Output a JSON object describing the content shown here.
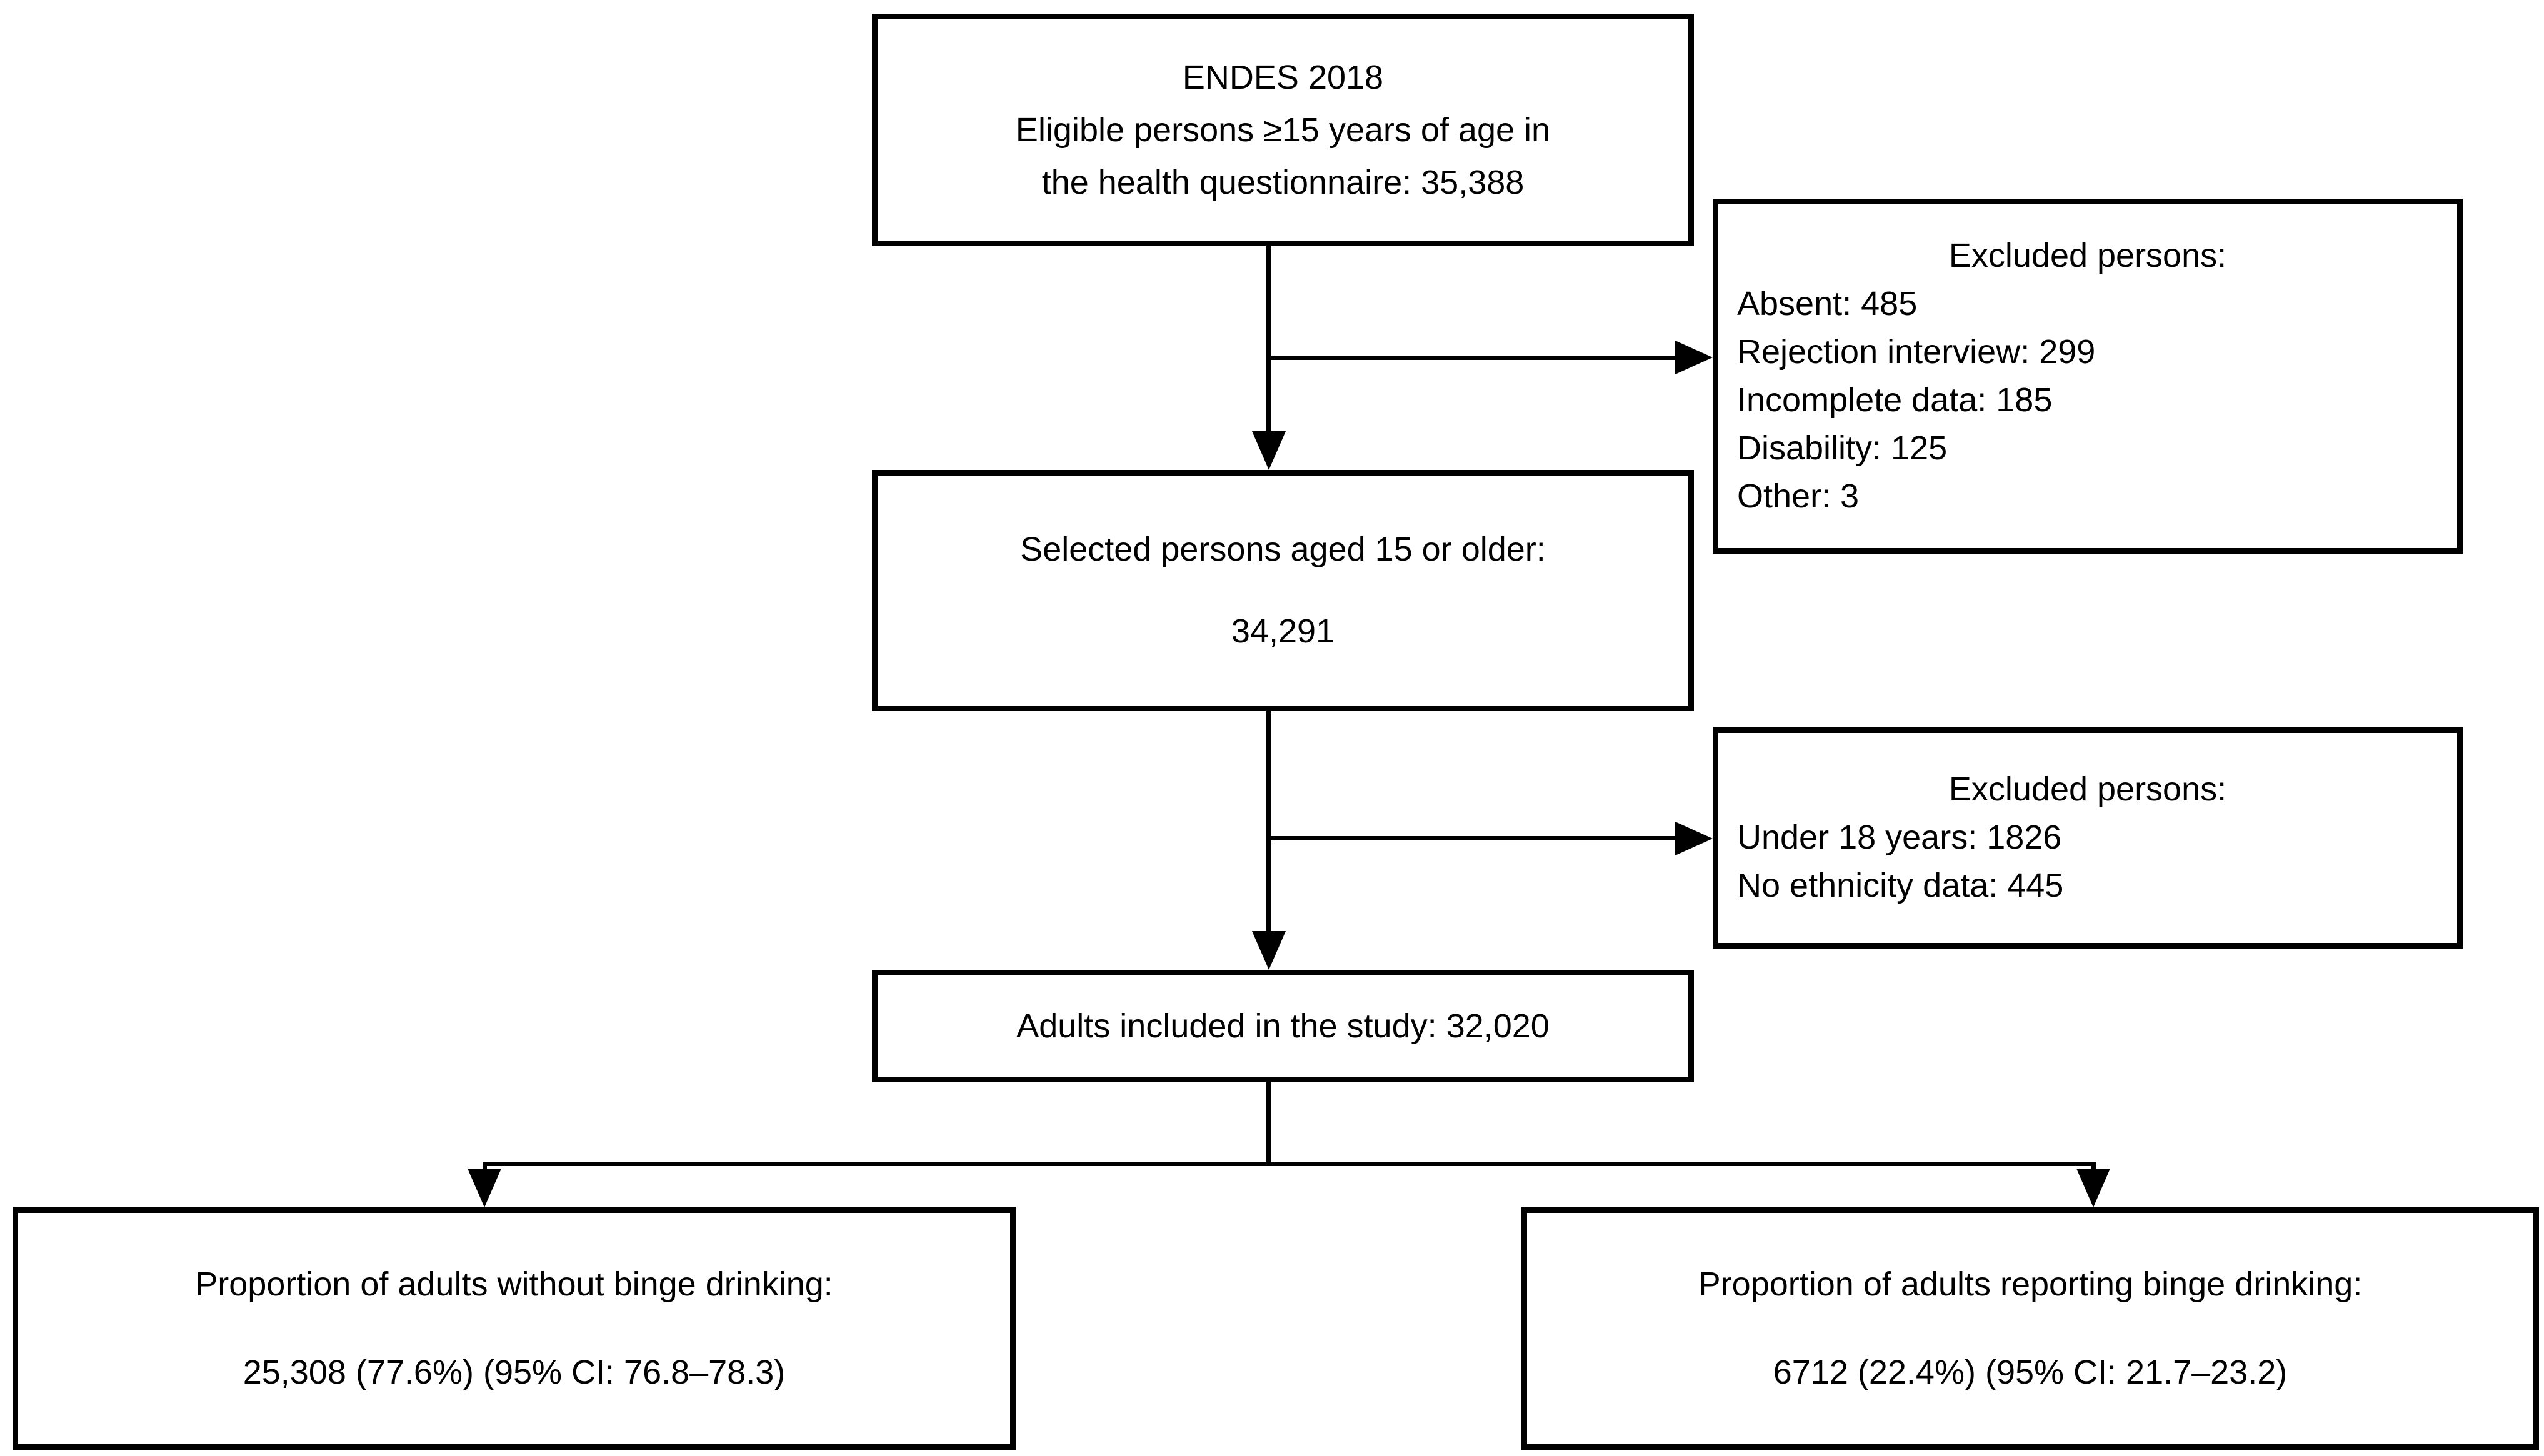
{
  "flowchart": {
    "box_eligible": {
      "line1": "ENDES 2018",
      "line2": "Eligible persons ≥15 years of age in",
      "line3": "the health questionnaire: 35,388"
    },
    "box_excluded_first": {
      "title": "Excluded persons:",
      "items": [
        "Absent: 485",
        "Rejection interview: 299",
        "Incomplete data: 185",
        "Disability: 125",
        "Other: 3"
      ]
    },
    "box_selected": {
      "line1": "Selected persons aged 15 or older:",
      "line2": "34,291"
    },
    "box_excluded_second": {
      "title": "Excluded persons:",
      "items": [
        "Under 18 years: 1826",
        "No ethnicity data: 445"
      ]
    },
    "box_adults": {
      "line1": "Adults included in the study: 32,020"
    },
    "box_no_binge": {
      "line1": "Proportion of adults without binge drinking:",
      "line2": "25,308 (77.6%) (95% CI: 76.8–78.3)"
    },
    "box_binge": {
      "line1": "Proportion of adults reporting binge drinking:",
      "line2": "6712 (22.4%) (95% CI: 21.7–23.2)"
    }
  },
  "colors": {
    "line": "#000000",
    "background": "#ffffff",
    "text": "#000000"
  }
}
